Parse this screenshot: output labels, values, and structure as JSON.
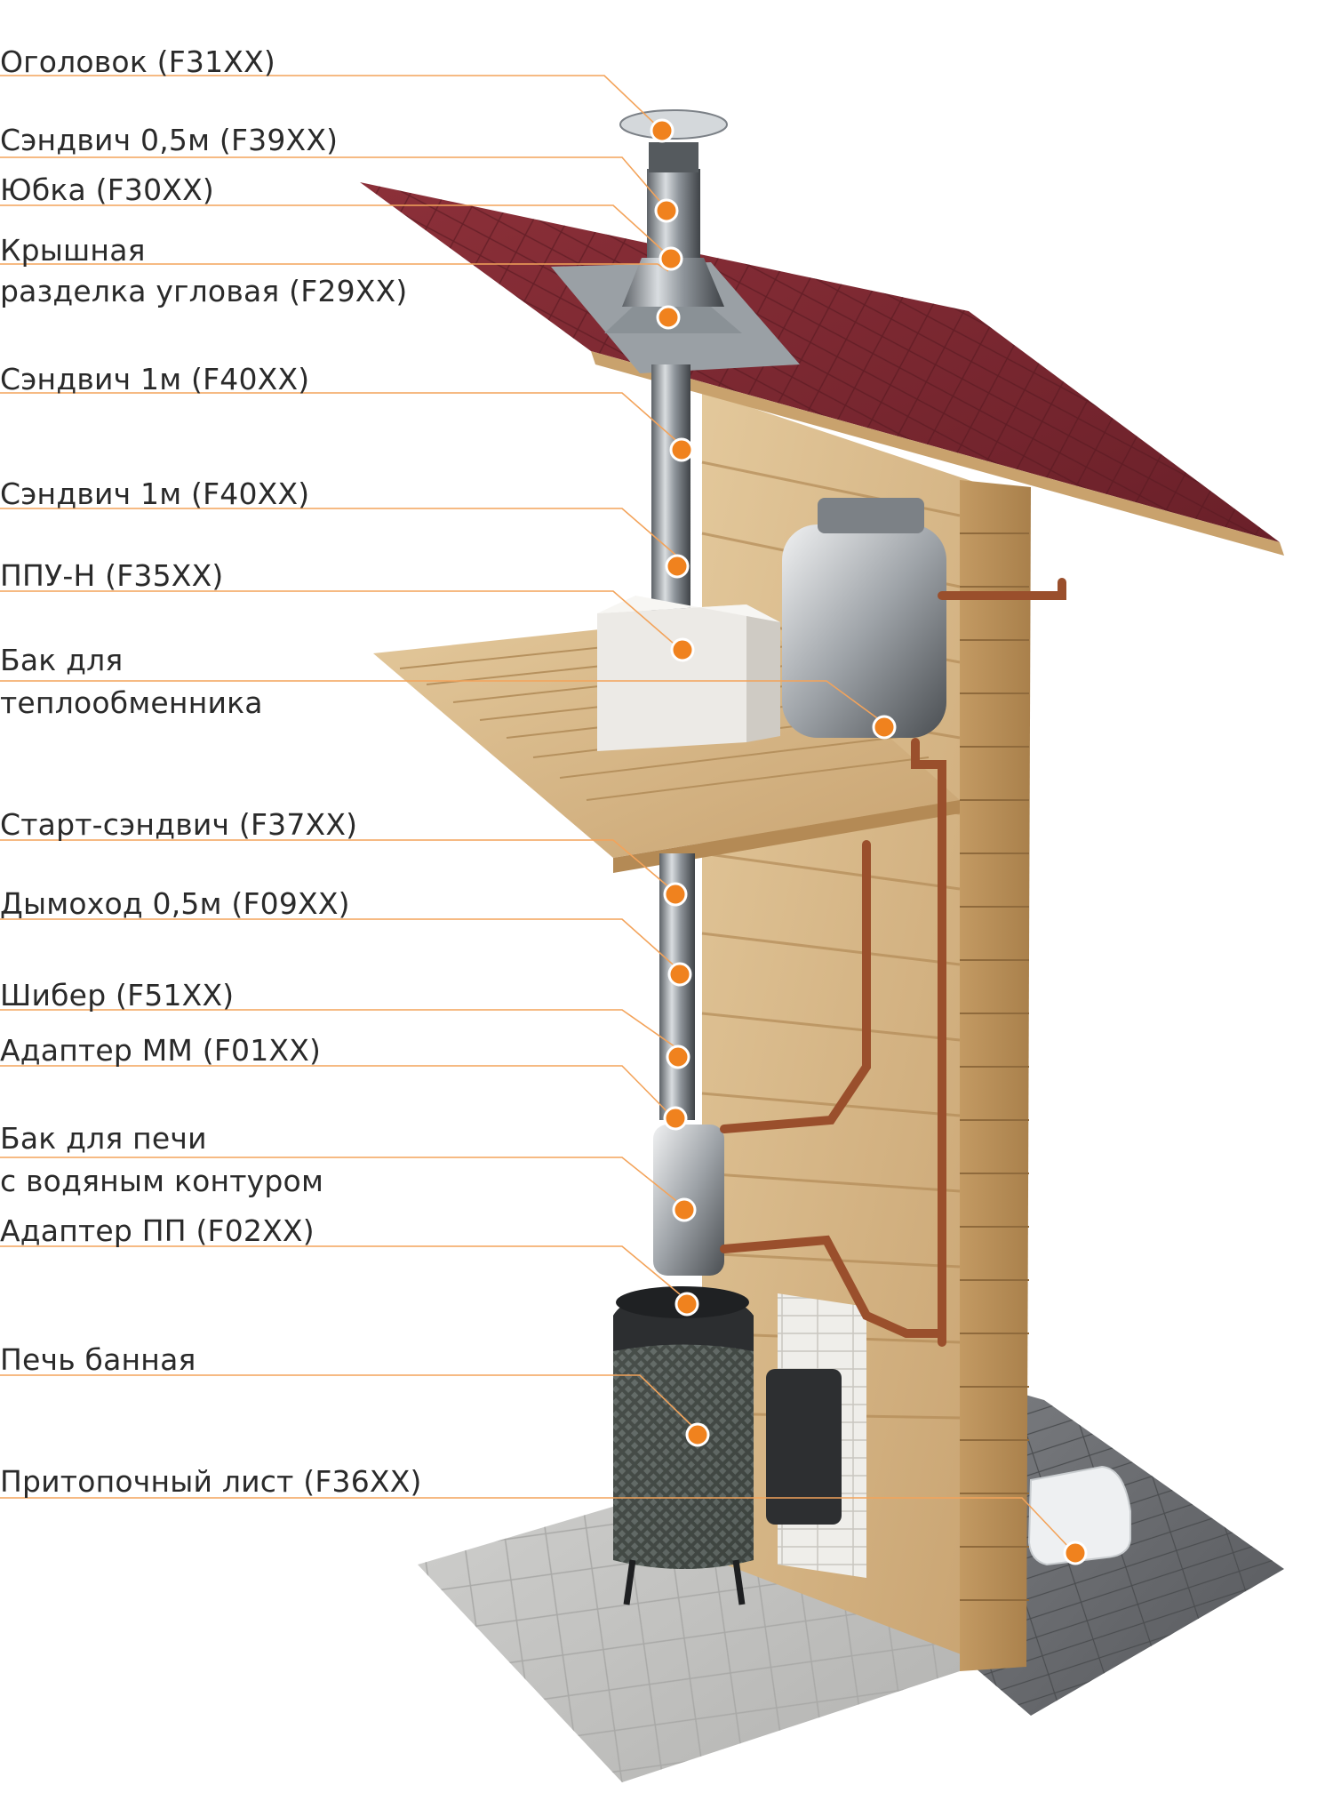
{
  "labels": [
    {
      "id": "ogolovok",
      "lines": [
        "Оголовок (F31XX)"
      ]
    },
    {
      "id": "sandwich-05",
      "lines": [
        "Сэндвич 0,5м (F39XX)"
      ]
    },
    {
      "id": "yubka",
      "lines": [
        "Юбка (F30XX)"
      ]
    },
    {
      "id": "roof-passage",
      "lines": [
        "Крышная",
        "разделка угловая (F29XX)"
      ]
    },
    {
      "id": "sandwich-1m-a",
      "lines": [
        "Сэндвич 1м (F40XX)"
      ]
    },
    {
      "id": "sandwich-1m-b",
      "lines": [
        "Сэндвич 1м (F40XX)"
      ]
    },
    {
      "id": "ppu-n",
      "lines": [
        "ППУ-Н (F35XX)"
      ]
    },
    {
      "id": "heat-exchanger-tank",
      "lines": [
        "Бак для",
        "теплообменника"
      ]
    },
    {
      "id": "start-sandwich",
      "lines": [
        "Старт-сэндвич (F37XX)"
      ]
    },
    {
      "id": "chimney-05",
      "lines": [
        "Дымоход 0,5м (F09XX)"
      ]
    },
    {
      "id": "damper",
      "lines": [
        "Шибер (F51XX)"
      ]
    },
    {
      "id": "adapter-mm",
      "lines": [
        "Адаптер ММ (F01XX)"
      ]
    },
    {
      "id": "stove-tank",
      "lines": [
        "Бак для печи",
        "с водяным контуром"
      ]
    },
    {
      "id": "adapter-pp",
      "lines": [
        "Адаптер ПП (F02XX)"
      ]
    },
    {
      "id": "sauna-stove",
      "lines": [
        "Печь банная"
      ]
    },
    {
      "id": "fire-sheet",
      "lines": [
        "Притопочный лист (F36XX)"
      ]
    }
  ],
  "colors": {
    "accent": "#f0821e",
    "leader": "#f3a35a",
    "text": "#2a2a2a",
    "roof": "#7a2730",
    "wood": "#d9b98a",
    "steel": "#a9aeb3",
    "copper": "#9a4f2c"
  }
}
